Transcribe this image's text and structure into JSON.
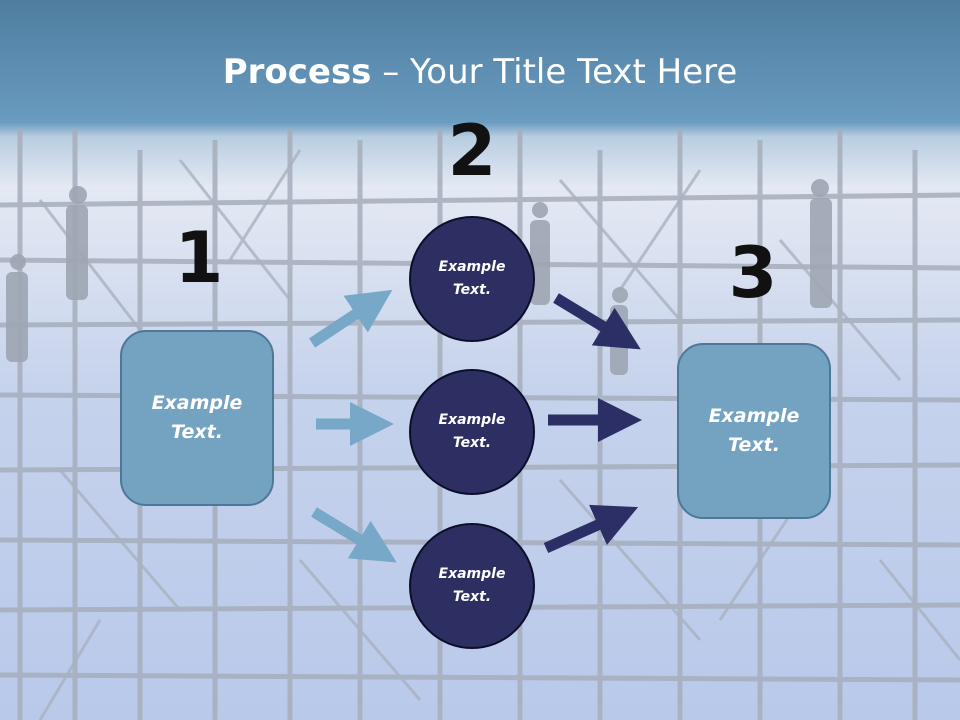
{
  "title": {
    "bold": "Process",
    "rest": " – Your Title Text Here"
  },
  "steps": {
    "one": "1",
    "two": "2",
    "three": "3"
  },
  "left_box": {
    "line1": "Example",
    "line2": "Text."
  },
  "right_box": {
    "line1": "Example",
    "line2": "Text."
  },
  "circles": [
    {
      "line1": "Example",
      "line2": "Text."
    },
    {
      "line1": "Example",
      "line2": "Text."
    },
    {
      "line1": "Example",
      "line2": "Text."
    }
  ],
  "colors": {
    "box_fill": "#74a3c2",
    "circle_fill": "#2d2f62",
    "arrow_light": "#78a8c8",
    "arrow_dark": "#2b2f66"
  }
}
